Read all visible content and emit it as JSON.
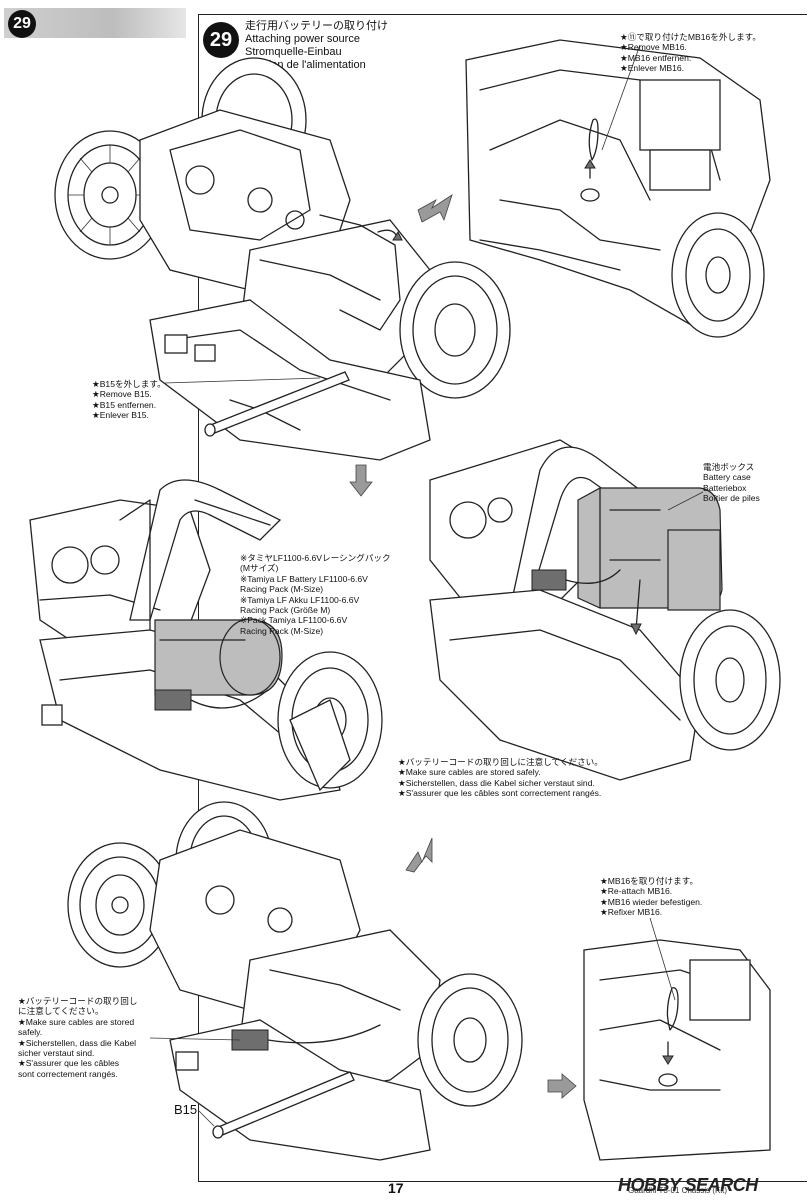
{
  "step": {
    "number": "29",
    "title_ja": "走行用バッテリーの取り付け",
    "title_en": "Attaching power source",
    "title_de": "Stromquelle-Einbau",
    "title_fr": "Fixation de l'alimentation"
  },
  "notes": {
    "remove_mb16": [
      "★⑪で取り付けたMB16を外します。",
      "★Remove MB16.",
      "★MB16 entfernen.",
      "★Enlever MB16."
    ],
    "remove_b15": [
      "★B15を外します。",
      "★Remove B15.",
      "★B15 entfernen.",
      "★Enlever B15."
    ],
    "battery_pack": [
      "※タミヤLF1100-6.6Vレーシングパック",
      "(Mサイズ)",
      "※Tamiya LF Battery LF1100-6.6V",
      "Racing Pack (M-Size)",
      "※Tamiya LF Akku LF1100-6.6V",
      "Racing Pack (Größe M)",
      "※Pack Tamiya LF1100-6.6V",
      "Racing Pack (M-Size)"
    ],
    "battery_case": [
      "電池ボックス",
      "Battery case",
      "Batteriebox",
      "Boîtier de piles"
    ],
    "cables_middle": [
      "★バッテリーコードの取り回しに注意してください。",
      "★Make sure cables are stored safely.",
      "★Sicherstellen, dass die Kabel sicher verstaut sind.",
      "★S'assurer que les câbles sont correctement rangés."
    ],
    "cables_bottom": [
      "★バッテリーコードの取り回し",
      "に注意してください。",
      "★Make sure cables are stored",
      "safely.",
      "★Sicherstellen, dass die Kabel",
      "sicher verstaut sind.",
      "★S'assurer que les câbles",
      "sont correctement rangés."
    ],
    "reattach_mb16": [
      "★MB16を取り付けます。",
      "★Re-attach MB16.",
      "★MB16 wieder befestigen.",
      "★Refixer MB16."
    ]
  },
  "labels": {
    "b15": "B15",
    "page_number": "17",
    "watermark": "HOBBY SEARCH",
    "watermark_sub": "Gaardhi T3-01 Chassis (Kit)"
  },
  "icons": [
    "step-number-circle",
    "flow-arrow",
    "chassis-illustration",
    "battery-pack",
    "battery-case",
    "hook-pin",
    "screw-rod"
  ]
}
